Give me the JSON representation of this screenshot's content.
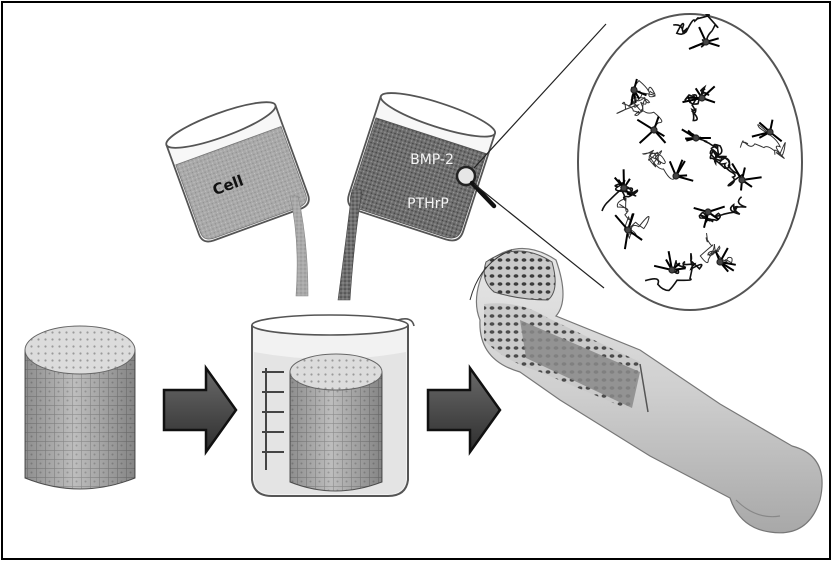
{
  "labels": {
    "cell": "Cell",
    "growth_factor_1": "BMP-2",
    "growth_factor_2": "PTHrP"
  },
  "colors": {
    "frame": "#000000",
    "background": "#ffffff",
    "arrow_fill": "#4a4a4a",
    "scaffold_side": "#b9b9b9",
    "scaffold_top": "#d8d8d8",
    "cell_liquid": "#a9a9a9",
    "protein_liquid": "#6e6e6e",
    "bone": "#d2d2d2"
  },
  "icons": [
    "scaffold-cylinder",
    "beaker",
    "pouring-cup",
    "magnifier",
    "bone",
    "protein-zoom-circle",
    "process-arrow"
  ]
}
